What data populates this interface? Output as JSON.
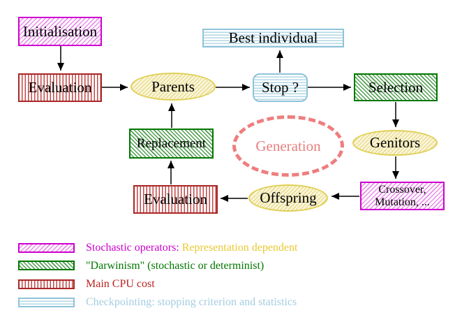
{
  "nodes": {
    "initialisation": "Initialisation",
    "evaluation_top": "Evaluation",
    "parents": "Parents",
    "best_individual": "Best individual",
    "stop": "Stop ?",
    "selection": "Selection",
    "genitors": "Genitors",
    "crossover_line1": "Crossover,",
    "crossover_line2": "Mutation, ...",
    "offspring": "Offspring",
    "evaluation_bottom": "Evaluation",
    "replacement": "Replacement",
    "generation": "Generation"
  },
  "edges": [
    {
      "from": "Initialisation",
      "to": "Evaluation"
    },
    {
      "from": "Evaluation",
      "to": "Parents"
    },
    {
      "from": "Parents",
      "to": "Stop ?"
    },
    {
      "from": "Stop ?",
      "to": "Best individual"
    },
    {
      "from": "Stop ?",
      "to": "Selection"
    },
    {
      "from": "Selection",
      "to": "Genitors"
    },
    {
      "from": "Genitors",
      "to": "Crossover, Mutation, ..."
    },
    {
      "from": "Crossover, Mutation, ...",
      "to": "Offspring"
    },
    {
      "from": "Offspring",
      "to": "Evaluation"
    },
    {
      "from": "Evaluation",
      "to": "Replacement"
    },
    {
      "from": "Replacement",
      "to": "Parents"
    }
  ],
  "legend": {
    "items": [
      {
        "swatch": "magenta-diagonal-hatch",
        "label": "Stochastic operators:",
        "label_color": "#cc00cc",
        "suffix": "Representation dependent",
        "suffix_color": "#e9c832"
      },
      {
        "swatch": "green-diagonal-hatch",
        "label": "\"Darwinism\" (stochastic or determinist)",
        "label_color": "#007700"
      },
      {
        "swatch": "red-vertical-stripes",
        "label": "Main CPU cost",
        "label_color": "#bb2222"
      },
      {
        "swatch": "cyan-horizontal-stripes",
        "label": "Checkpointing: stopping criterion and statistics",
        "label_color": "#a3cde0"
      }
    ]
  },
  "colors": {
    "magenta": "#cf00cf",
    "green": "#007700",
    "red": "#aa2626",
    "cyan_border": "#8fc3d9",
    "yellow_border": "#e0d056",
    "salmon": "#ee7e7e",
    "text": "#000000",
    "background": "#ffffff"
  }
}
